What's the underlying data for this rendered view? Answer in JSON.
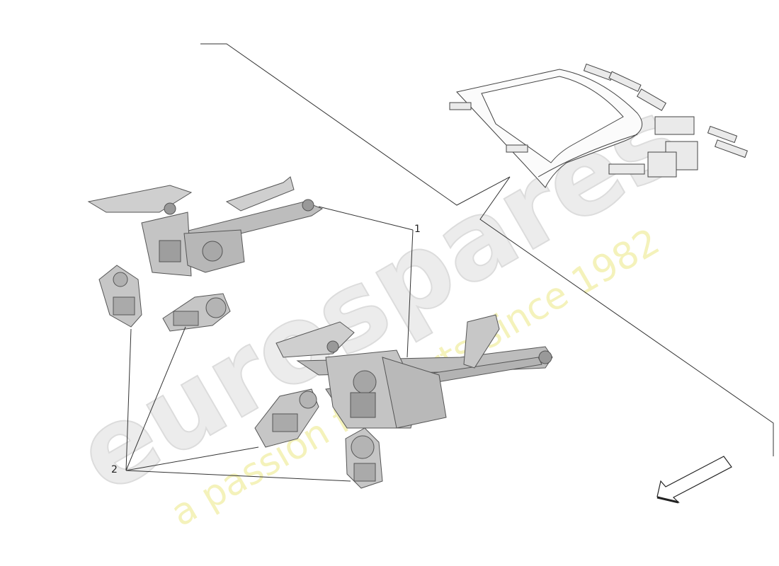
{
  "callouts": [
    {
      "id": "1",
      "label": "1"
    },
    {
      "id": "2",
      "label": "2"
    }
  ],
  "watermark": {
    "logo_text": "eurospares",
    "tagline": "a passion for parts since 1982"
  },
  "icons": {
    "direction": "orientation-arrow-icon"
  },
  "colors": {
    "part_fill": "#c8c8c8",
    "part_dark": "#8c8c8c",
    "line": "#333333",
    "watermark_logo": "#ececec",
    "watermark_tagline": "#f3f0b0"
  }
}
